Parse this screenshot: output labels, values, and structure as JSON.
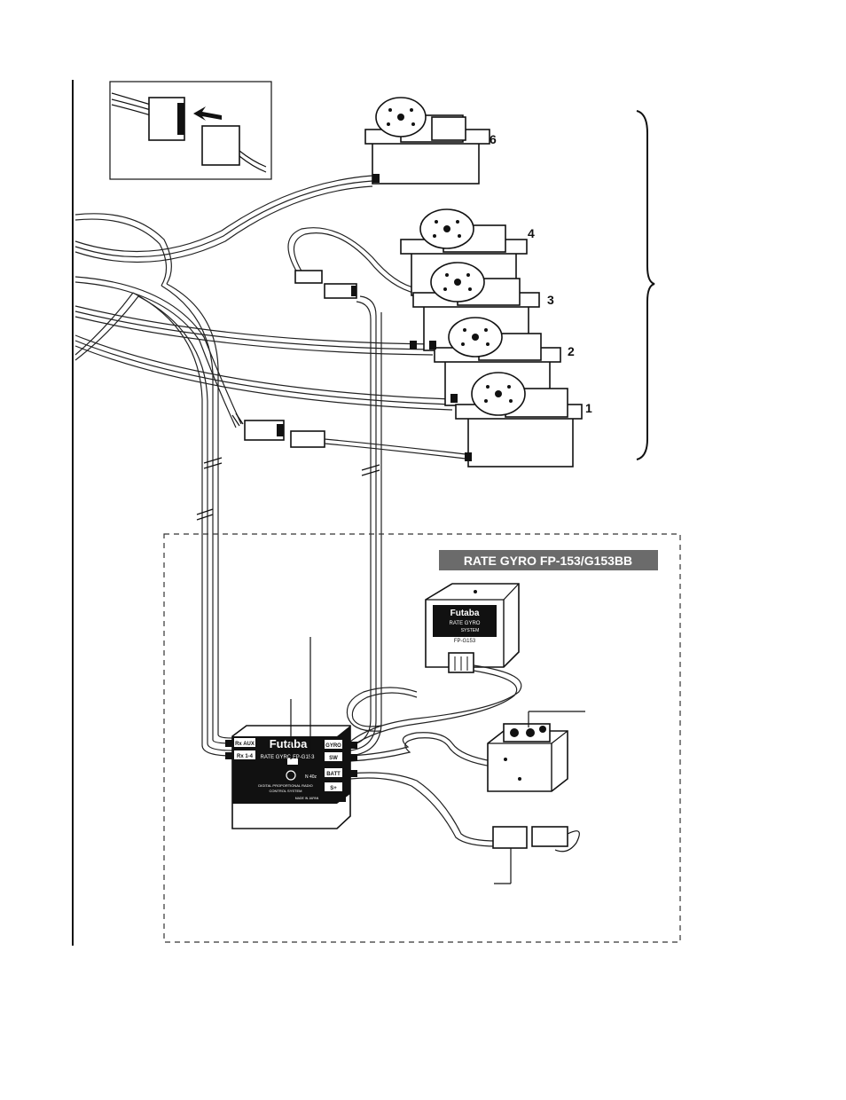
{
  "title_banner": "RATE GYRO FP-153/G153BB",
  "servo_numbers": {
    "servo_6": "6",
    "servo_4": "4",
    "servo_3": "3",
    "servo_2": "2",
    "servo_1": "1"
  },
  "amplifier": {
    "brand": "Futaba",
    "model_line": "RATE GYRO FP-G153",
    "text_line_1": "DIGITAL PROPORTIONAL RADIO",
    "text_line_2": "CONTROL SYSTEM",
    "made_in": "MADE IN JAPAN",
    "freq": "N 40z",
    "port_rx_aux": "Rx AUX",
    "port_rx_in": "Rx 1-4",
    "port_gyro": "GYRO",
    "port_sw": "SW",
    "port_batt": "BATT",
    "port_s_plus": "S+"
  },
  "gyro_sensor": {
    "brand": "Futaba",
    "line1": "RATE GYRO",
    "line2": "SYSTEM",
    "model": "FP-G153"
  },
  "colors": {
    "ink": "#111111",
    "banner_bg": "#6b6b6b",
    "banner_text": "#ffffff",
    "amp_body": "#111111"
  }
}
